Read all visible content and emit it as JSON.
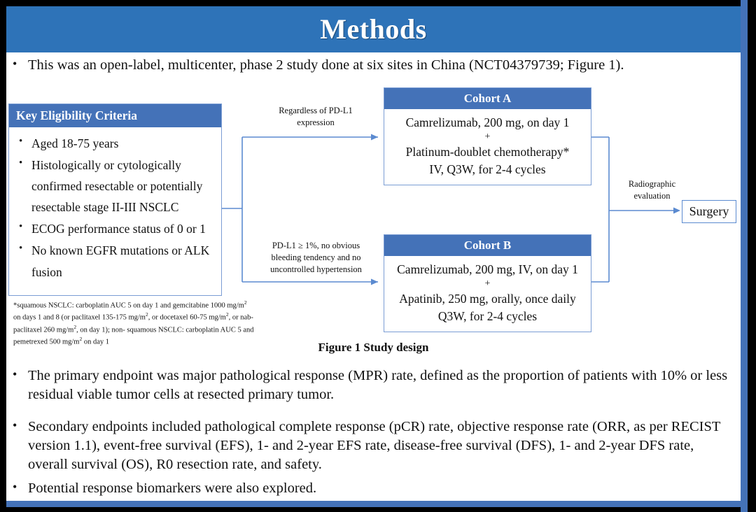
{
  "slide": {
    "title": "Methods",
    "accent_color": "#2E73B8",
    "box_header_color": "#4472B8",
    "box_border_color": "#7B9DD4",
    "frame_color": "#000000"
  },
  "intro_bullet": {
    "marker": "•",
    "text": "This was an open-label, multicenter, phase 2 study done at six sites in China (NCT04379739; Figure 1)."
  },
  "figure": {
    "caption": "Figure 1 Study design",
    "eligibility": {
      "header": "Key  Eligibility Criteria",
      "marker": "•",
      "items": [
        "Aged 18-75 years",
        "Histologically or cytologically confirmed resectable or potentially resectable stage II-III  NSCLC",
        "ECOG performance status of 0 or 1",
        "No known EGFR mutations or ALK fusion"
      ]
    },
    "footnote": {
      "line1_pre": "*squamous NSCLC: carboplatin AUC 5 on day 1 and gemcitabine 1000 mg/m",
      "line1_post": " on days 1 and 8 (or",
      "line2_a": "paclitaxel 135-175  mg/m",
      "line2_b": ", or docetaxel 60-75 mg/m",
      "line2_c": ", or nab-paclitaxel 260 mg/m",
      "line2_d": ", on day 1); non-",
      "line3_a": "squamous NSCLC: carboplatin AUC 5 and pemetrexed 500 mg/m",
      "line3_b": " on day 1",
      "sup": "2"
    },
    "cohort_a": {
      "header": "Cohort A",
      "line1": "Camrelizumab, 200 mg, on day 1",
      "plus": "+",
      "line2": "Platinum-doublet chemotherapy*",
      "line3": "IV, Q3W, for 2-4 cycles"
    },
    "cohort_b": {
      "header": "Cohort B",
      "line1": "Camrelizumab, 200 mg, IV, on day 1",
      "plus": "+",
      "line2": "Apatinib, 250 mg, orally, once daily",
      "line3": "Q3W, for 2-4 cycles"
    },
    "connector_a_label_line1": "Regardless  of PD-L1",
    "connector_a_label_line2": "expression",
    "connector_b_label_line1": "PD-L1 ≥ 1%, no obvious",
    "connector_b_label_line2": "bleeding tendency  and no",
    "connector_b_label_line3": "uncontrolled  hypertension",
    "connector_out_label_line1": "Radiographic",
    "connector_out_label_line2": "evaluation",
    "surgery": "Surgery"
  },
  "endpoint_bullets": [
    {
      "marker": "•",
      "text": "The primary endpoint was major pathological response (MPR) rate, defined as the proportion of patients with 10% or less residual viable tumor cells at resected primary tumor."
    },
    {
      "marker": "•",
      "text": "Secondary endpoints included pathological complete response (pCR) rate, objective response rate (ORR, as per RECIST version 1.1), event-free survival (EFS), 1- and 2-year EFS rate, disease-free survival (DFS), 1- and 2-year DFS rate, overall survival (OS), R0 resection rate, and safety."
    },
    {
      "marker": "•",
      "text": "Potential response biomarkers were also explored."
    }
  ]
}
